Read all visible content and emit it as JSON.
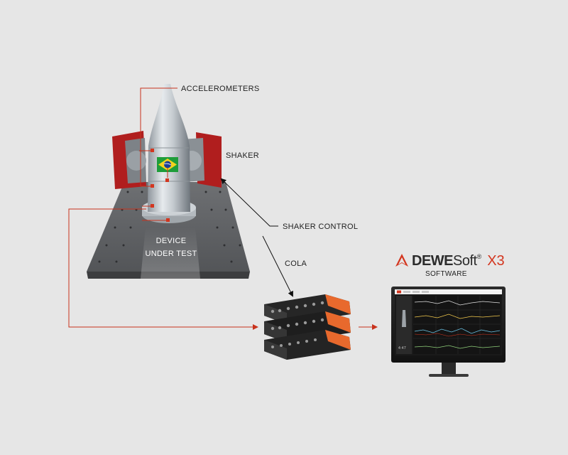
{
  "labels": {
    "accelerometers": "ACCELEROMETERS",
    "shaker": "SHAKER",
    "shaker_control": "SHAKER CONTROL",
    "cola": "COLA",
    "device_line1": "DEVICE",
    "device_line2": "UNDER TEST",
    "software": "SOFTWARE"
  },
  "brand": {
    "name_bold": "DEWE",
    "name_regular": "Soft",
    "registered": "®",
    "version": "X3"
  },
  "screen": {
    "readout": "4:47"
  },
  "colors": {
    "background": "#e6e6e6",
    "accent_red": "#d3361f",
    "connector_red": "#c8321c",
    "shaker_red": "#b01e1e",
    "daq_orange": "#e8692d",
    "dark": "#1c1c1c"
  },
  "icons": {
    "flag": "brazil-flag-icon",
    "logo": "dewesoft-logo-mark-icon"
  }
}
